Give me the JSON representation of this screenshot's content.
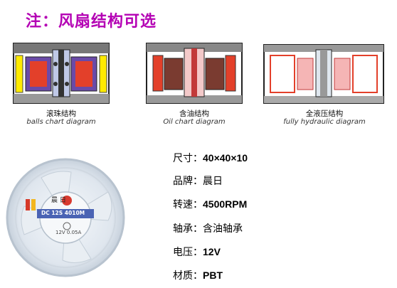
{
  "title": "注：风扇结构可选",
  "diagrams": [
    {
      "name_cn": "滚珠结构",
      "name_en": "balls chart diagram"
    },
    {
      "name_cn": "含油结构",
      "name_en": "Oil chart diagram"
    },
    {
      "name_cn": "全液压结构",
      "name_en": "fully hydraulic diagram"
    }
  ],
  "fan_label": {
    "brand": "晨 日",
    "model": "DC 12S 4010M",
    "rating": "12V 0.05A"
  },
  "specs": [
    {
      "label": "尺寸：",
      "value": "40×40×10"
    },
    {
      "label": "品牌：",
      "value": "晨日"
    },
    {
      "label": "转速：",
      "value": "4500RPM"
    },
    {
      "label": "轴承：",
      "value": "含油轴承"
    },
    {
      "label": "电压：",
      "value": "12V"
    },
    {
      "label": "材质：",
      "value": "PBT"
    }
  ]
}
